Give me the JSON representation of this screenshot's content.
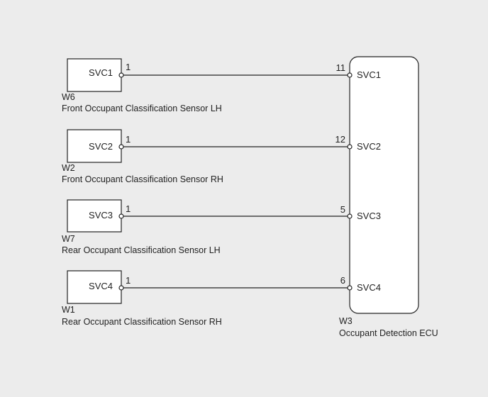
{
  "sensors": [
    {
      "code": "W6",
      "name": "Front Occupant Classification Sensor LH",
      "box_label": "SVC1",
      "sensor_pin": "1",
      "ecu_pin": "11",
      "ecu_label": "SVC1"
    },
    {
      "code": "W2",
      "name": "Front Occupant Classification Sensor RH",
      "box_label": "SVC2",
      "sensor_pin": "1",
      "ecu_pin": "12",
      "ecu_label": "SVC2"
    },
    {
      "code": "W7",
      "name": "Rear Occupant Classification Sensor LH",
      "box_label": "SVC3",
      "sensor_pin": "1",
      "ecu_pin": "5",
      "ecu_label": "SVC3"
    },
    {
      "code": "W1",
      "name": "Rear Occupant Classification Sensor RH",
      "box_label": "SVC4",
      "sensor_pin": "1",
      "ecu_pin": "6",
      "ecu_label": "SVC4"
    }
  ],
  "ecu": {
    "code": "W3",
    "name": "Occupant Detection ECU"
  }
}
